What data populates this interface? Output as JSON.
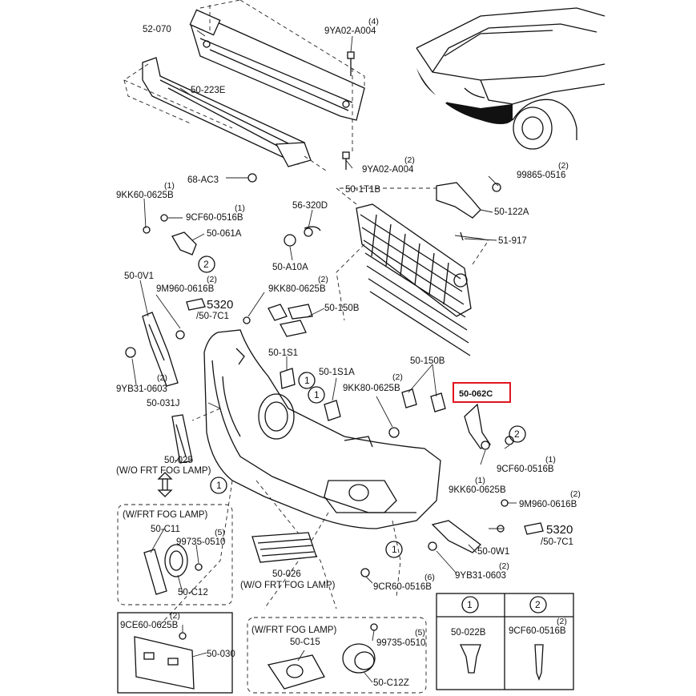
{
  "labels": {
    "p52070": "52-070",
    "p9ya02_top": "9YA02-A004",
    "q9ya02_top": "(4)",
    "p50223e": "50-223E",
    "p9ya02_mid": "9YA02-A004",
    "q9ya02_mid": "(2)",
    "p68ac3": "68-AC3",
    "p501t1b": "50-1T1B",
    "p99865": "99865-0516",
    "q99865": "(2)",
    "p50122a": "50-122A",
    "p51917": "51-917",
    "p9kk60_left": "9KK60-0625B",
    "q9kk60_left": "(1)",
    "p9cf60_left": "9CF60-0516B",
    "q9cf60_left": "(1)",
    "p50061a": "50-061A",
    "p56320d": "56-320D",
    "p50a10a": "50-A10A",
    "p500v1": "50-0V1",
    "p9m960_left": "9M960-0616B",
    "q9m960_left": "(2)",
    "p5320_left": "5320",
    "p507c1_left": "/50-7C1",
    "p9kk80_top": "9KK80-0625B",
    "q9kk80_top": "(2)",
    "p50150b_top": "50-150B",
    "p501s1": "50-1S1",
    "p501s1a": "50-1S1A",
    "p50150b_mid": "50-150B",
    "p9kk80_mid": "9KK80-0625B",
    "q9kk80_mid": "(2)",
    "p50062c": "50-062C",
    "p9yb31_left": "9YB31-0603",
    "q9yb31_left": "(2)",
    "p50031j": "50-031J",
    "p9cf60_right": "9CF60-0516B",
    "q9cf60_right": "(1)",
    "p9kk60_right": "9KK60-0625B",
    "q9kk60_right": "(1)",
    "p9m960_right": "9M960-0616B",
    "q9m960_right": "(2)",
    "p50025": "50-025",
    "wo_frt_fog_lamp_1": "(W/O FRT FOG LAMP)",
    "w_frt_fog_lamp_1": "(W/FRT FOG LAMP)",
    "p50c11": "50-C11",
    "p99735_left": "99735-0510",
    "q99735_left": "(5)",
    "p50c12": "50-C12",
    "p50026": "50-026",
    "wo_frt_fog_lamp_2": "(W/O FRT FOG LAMP)",
    "p5320_right": "5320",
    "p507c1_right": "/50-7C1",
    "p500w1": "50-0W1",
    "p9yb31_right": "9YB31-0603",
    "q9yb31_right": "(2)",
    "p9cr60": "9CR60-0516B",
    "q9cr60": "(6)",
    "p9ce60": "9CE60-0625B",
    "q9ce60": "(2)",
    "p50030": "50-030",
    "w_frt_fog_lamp_2": "(W/FRT FOG LAMP)",
    "p50c15": "50-C15",
    "p99735_right": "99735-0510",
    "q99735_right": "(5)",
    "p50c12z": "50-C12Z",
    "legend_1": "1",
    "legend_2": "2",
    "legend_p1": "50-022B",
    "legend_p2": "9CF60-0516B",
    "legend_q2": "(2)",
    "c1": "1",
    "c2": "2"
  },
  "colors": {
    "highlight": "#e0141e",
    "ink": "#111111"
  },
  "highlighted_part": "50-062C"
}
